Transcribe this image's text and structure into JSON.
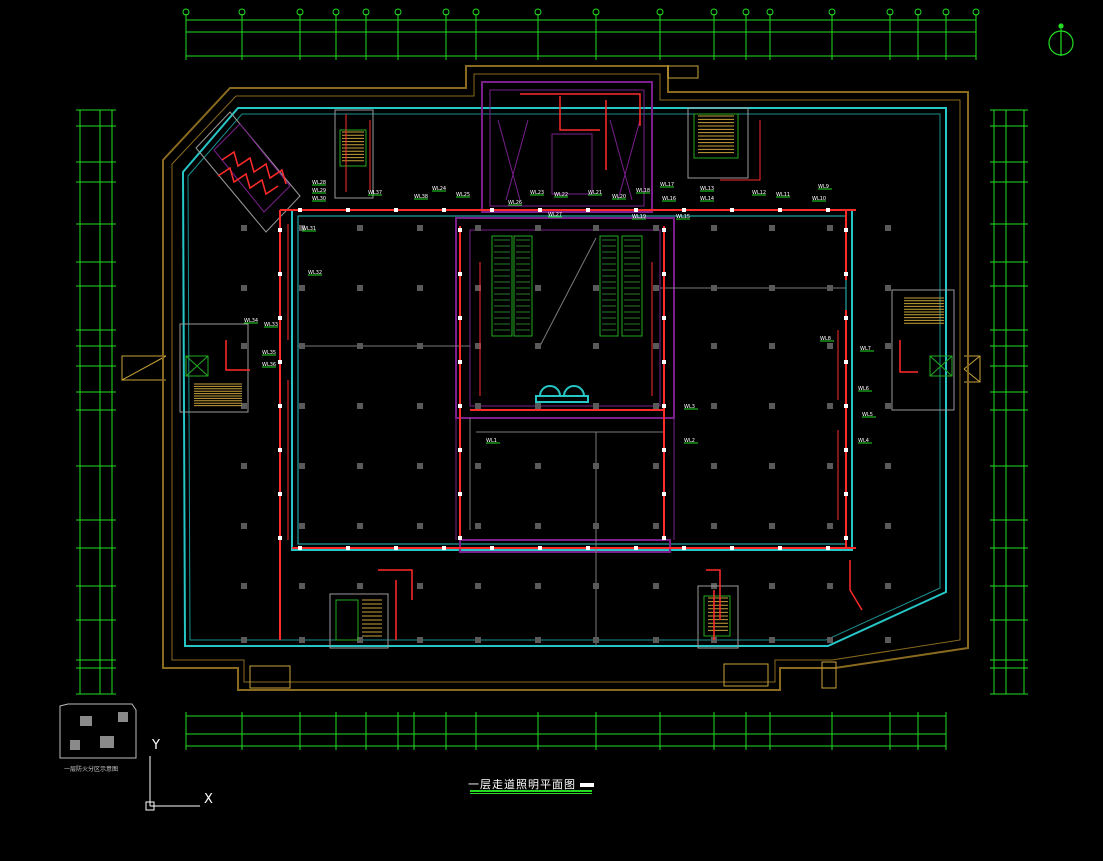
{
  "drawing": {
    "title": "一层走道照明平面图",
    "key_plan_label": "一层防火分区示意图",
    "ucs": {
      "x": "X",
      "y": "Y"
    }
  },
  "circuit_labels": [
    "WL28",
    "WL29",
    "WL30",
    "WL31",
    "WL32",
    "WL33",
    "WL34",
    "WL35",
    "WL36",
    "WL37",
    "WL38",
    "WL24",
    "WL25",
    "WL26",
    "WL27",
    "WL23",
    "WL22",
    "WL21",
    "WL20",
    "WL19",
    "WL18",
    "WL17",
    "WL16",
    "WL15",
    "WL14",
    "WL13",
    "WL12",
    "WL11",
    "WL10",
    "WL9",
    "WL8",
    "WL7",
    "WL6",
    "WL5",
    "WL4",
    "WL3",
    "WL2",
    "WL1"
  ],
  "colors": {
    "background": "#000000",
    "dimension": "#22dd22",
    "wall": "#8a6a1e",
    "corridor": "#26c6c6",
    "circuit": "#ff2a2a",
    "structure": "#7a1f8c",
    "fixture": "#ffffff",
    "column": "#5a5a5a",
    "grid": "#9a9a9a"
  }
}
